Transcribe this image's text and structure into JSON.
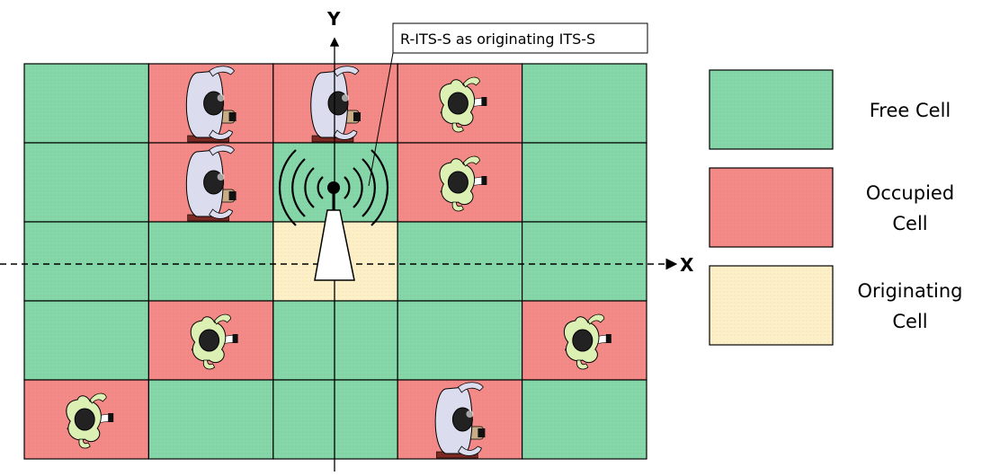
{
  "axes": {
    "x_label": "X",
    "y_label": "Y"
  },
  "callout": {
    "text": "R-ITS-S as originating ITS-S"
  },
  "colors": {
    "free": "#85d6a8",
    "occupied": "#f48a87",
    "originating": "#fdefc6",
    "grid_line": "#000000",
    "person_light": "#dcdcef",
    "person_green": "#ddf0b4"
  },
  "grid": {
    "rows": 5,
    "cols": 5,
    "cells": [
      [
        "free",
        "occupied",
        "occupied",
        "occupied",
        "free"
      ],
      [
        "free",
        "occupied",
        "free",
        "occupied",
        "free"
      ],
      [
        "free",
        "free",
        "originating",
        "free",
        "free"
      ],
      [
        "free",
        "occupied",
        "free",
        "free",
        "occupied"
      ],
      [
        "occupied",
        "free",
        "free",
        "occupied",
        "free"
      ]
    ],
    "occupants": [
      {
        "row": 0,
        "col": 1,
        "kind": "seated-person"
      },
      {
        "row": 0,
        "col": 2,
        "kind": "seated-person"
      },
      {
        "row": 0,
        "col": 3,
        "kind": "walking-person"
      },
      {
        "row": 1,
        "col": 1,
        "kind": "seated-person"
      },
      {
        "row": 1,
        "col": 3,
        "kind": "walking-person"
      },
      {
        "row": 3,
        "col": 1,
        "kind": "walking-person"
      },
      {
        "row": 3,
        "col": 4,
        "kind": "walking-person"
      },
      {
        "row": 4,
        "col": 0,
        "kind": "walking-person"
      },
      {
        "row": 4,
        "col": 3,
        "kind": "seated-person"
      }
    ]
  },
  "legend": [
    {
      "state": "free",
      "lines": [
        "Free Cell"
      ]
    },
    {
      "state": "occupied",
      "lines": [
        "Occupied",
        "Cell"
      ]
    },
    {
      "state": "originating",
      "lines": [
        "Originating",
        "Cell"
      ]
    }
  ]
}
